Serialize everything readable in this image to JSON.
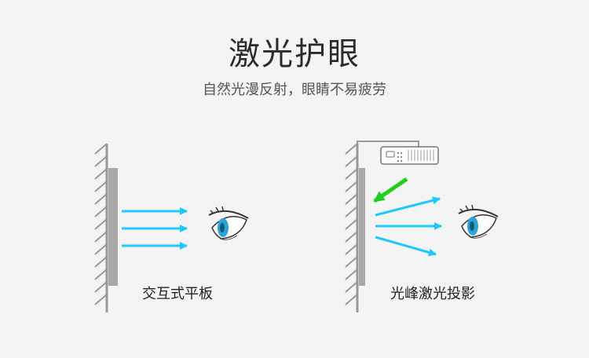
{
  "header": {
    "title": "激光护眼",
    "subtitle": "自然光漫反射，眼睛不易疲劳"
  },
  "left_panel": {
    "label": "交互式平板"
  },
  "right_panel": {
    "label": "光峰激光投影"
  },
  "colors": {
    "light_rays": "#1ec8ff",
    "laser_beam": "#22cc22",
    "wall_hatch": "#999999",
    "screen": "#a8a8a8",
    "eye_iris": "#2aa5d6"
  },
  "icons": {
    "wall": "hatched-wall-icon",
    "screen": "screen-panel-icon",
    "eye": "eye-icon",
    "projector": "projector-icon"
  }
}
